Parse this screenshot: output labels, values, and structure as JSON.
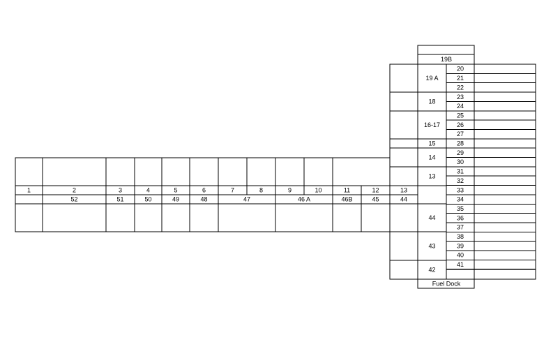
{
  "title": "",
  "colors": {
    "line": "#000000",
    "background": "#ffffff"
  },
  "labels": {
    "l1": "1",
    "l2": "2",
    "l3": "3",
    "l4": "4",
    "l5": "5",
    "l6": "6",
    "l7": "7",
    "l8": "8",
    "l9": "9",
    "l10": "10",
    "l11": "11",
    "l12": "12",
    "l13": "13",
    "l52": "52",
    "l51": "51",
    "l50": "50",
    "l49": "49",
    "l48": "48",
    "l47": "47",
    "l46a": "46 A",
    "l46b": "46B",
    "l45": "45",
    "l44b": "44",
    "l19b": "19B",
    "l19a": "19 A",
    "l18": "18",
    "l1617": "16-17",
    "l15": "15",
    "l14": "14",
    "l13r": "13",
    "l44": "44",
    "l43": "43",
    "l42": "42",
    "fuel": "Fuel Dock",
    "s20": "20",
    "s21": "21",
    "s22": "22",
    "s23": "23",
    "s24": "24",
    "s25": "25",
    "s26": "26",
    "s27": "27",
    "s28": "28",
    "s29": "29",
    "s30": "30",
    "s31": "31",
    "s32": "32",
    "s33": "33",
    "s34": "34",
    "s35": "35",
    "s36": "36",
    "s37": "37",
    "s38": "38",
    "s39": "39",
    "s40": "40",
    "s41": "41"
  }
}
